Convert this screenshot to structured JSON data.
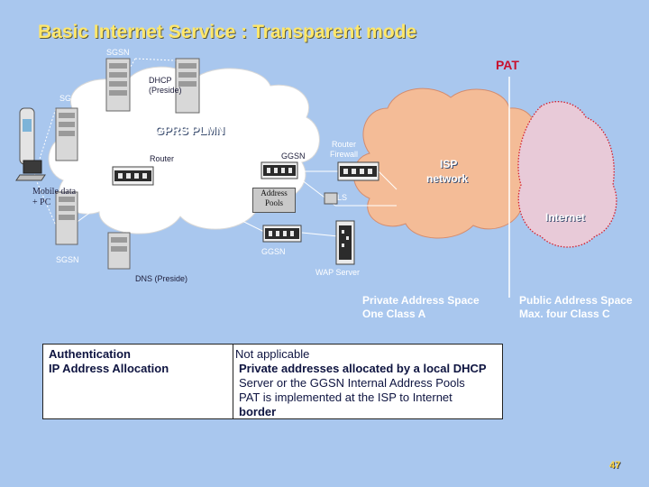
{
  "title": "Basic Internet Service : Transparent mode",
  "labels": {
    "sgsn_top": "SGSN",
    "dhcp": "DHCP",
    "dhcp_sub": "(Preside)",
    "sgsn_mid": "SGSN",
    "gprs_plmn": "GPRS PLMN",
    "router": "Router",
    "ggsn_top": "GGSN",
    "router_firewall_1": "Router",
    "router_firewall_2": "Firewall",
    "isp_1": "ISP",
    "isp_2": "network",
    "mobile_1": "Mobile data",
    "mobile_2": "+ PC",
    "pools_1": "Address",
    "pools_2": "Pools",
    "ls": "LS",
    "internet": "Internet",
    "ggsn_bottom": "GGSN",
    "sgsn_bottom": "SGSN",
    "wap": "WAP  Server",
    "dns": "DNS (Preside)",
    "pat": "PAT"
  },
  "address": {
    "private_1": "Private Address Space",
    "private_2": "One Class A",
    "public_1": "Public Address Space",
    "public_2": "Max. four Class C"
  },
  "table": {
    "row1_label": "Authentication",
    "row2_label": "IP Address Allocation",
    "row1_value": "Not applicable",
    "row2_line1": "Private addresses allocated by a local DHCP",
    "row2_line2": "Server or the GGSN Internal Address Pools",
    "row2_line3": "PAT is implemented at the ISP to Internet",
    "row2_line4": "border"
  },
  "page_number": "47",
  "colors": {
    "background": "#a9c7ee",
    "title": "#ffe76a",
    "pat": "#c8102e",
    "cloud": "#f2b894",
    "internet_cloud": "#e6c7d4"
  }
}
